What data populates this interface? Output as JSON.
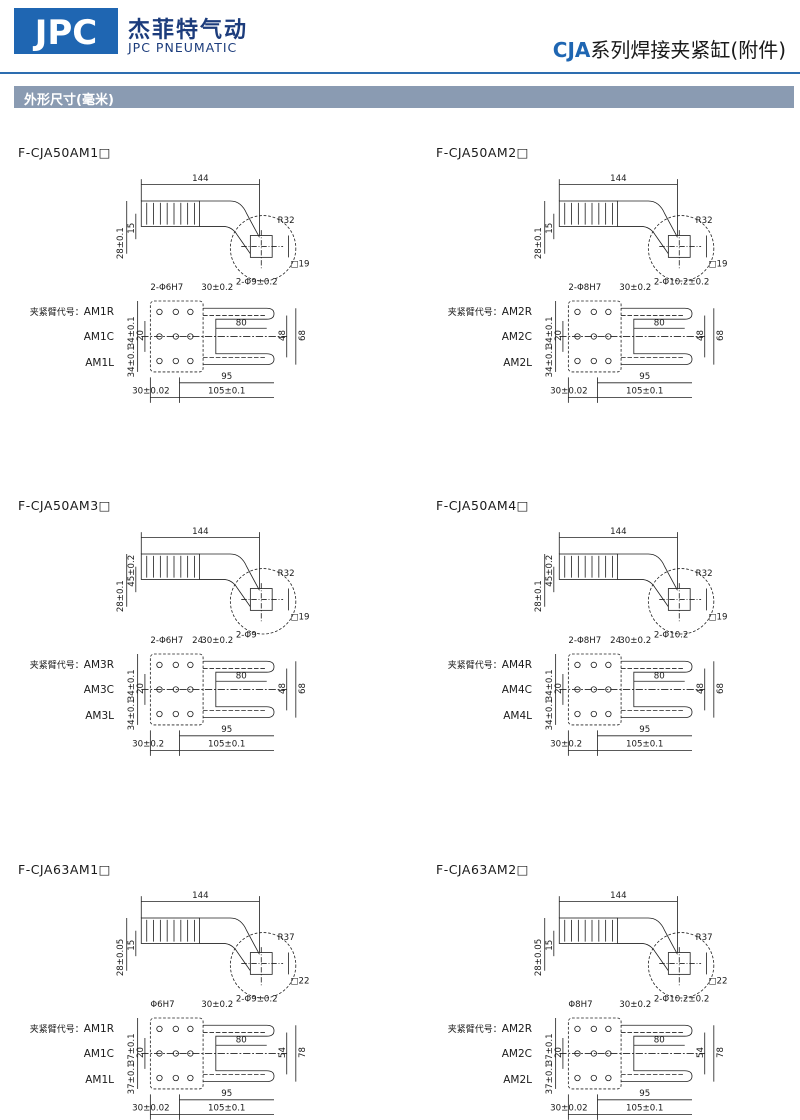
{
  "header": {
    "logo_text": "JPC",
    "brand_cn": "杰菲特气动",
    "brand_en": "JPC PNEUMATIC",
    "series_code": "CJA",
    "series_title": "系列焊接夹紧缸(附件)"
  },
  "section": {
    "title": "外形尺寸(毫米)"
  },
  "drawings": [
    {
      "part": "F-CJA50AM1□",
      "len": "144",
      "radius": "R32",
      "h1": "28±0.1",
      "h2": "15",
      "sq": "□19",
      "holes": "2-Φ6H7",
      "pitch": "30±0.2",
      "pin": "2-Φ9±0.2",
      "extra": "",
      "label_title": "夹紧臂代号：",
      "labels": [
        "AM1R",
        "AM1C",
        "AM1L"
      ],
      "w1": "80",
      "v1": "34±0.1",
      "v2": "20",
      "v3": "34±0.1",
      "v4": "48",
      "v5": "68",
      "d1": "95",
      "d2": "30±0.02",
      "d3": "105±0.1"
    },
    {
      "part": "F-CJA50AM2□",
      "len": "144",
      "radius": "R32",
      "h1": "28±0.1",
      "h2": "15",
      "sq": "□19",
      "holes": "2-Φ8H7",
      "pitch": "30±0.2",
      "pin": "2-Φ10.2±0.2",
      "extra": "",
      "label_title": "夹紧臂代号：",
      "labels": [
        "AM2R",
        "AM2C",
        "AM2L"
      ],
      "w1": "80",
      "v1": "34±0.1",
      "v2": "20",
      "v3": "34±0.1",
      "v4": "48",
      "v5": "68",
      "d1": "95",
      "d2": "30±0.02",
      "d3": "105±0.1"
    },
    {
      "part": "F-CJA50AM3□",
      "len": "144",
      "radius": "R32",
      "h1": "28±0.1",
      "h2": "45±0.2",
      "sq": "□19",
      "holes": "2-Φ6H7",
      "pitch": "30±0.2",
      "pin": "2-Φ9",
      "extra": "24",
      "label_title": "夹紧臂代号：",
      "labels": [
        "AM3R",
        "AM3C",
        "AM3L"
      ],
      "w1": "80",
      "v1": "34±0.1",
      "v2": "20",
      "v3": "34±0.1",
      "v4": "48",
      "v5": "68",
      "d1": "95",
      "d2": "30±0.2",
      "d3": "105±0.1"
    },
    {
      "part": "F-CJA50AM4□",
      "len": "144",
      "radius": "R32",
      "h1": "28±0.1",
      "h2": "45±0.2",
      "sq": "□19",
      "holes": "2-Φ8H7",
      "pitch": "30±0.2",
      "pin": "2-Φ10.2",
      "extra": "24",
      "label_title": "夹紧臂代号：",
      "labels": [
        "AM4R",
        "AM4C",
        "AM4L"
      ],
      "w1": "80",
      "v1": "34±0.1",
      "v2": "20",
      "v3": "34±0.1",
      "v4": "48",
      "v5": "68",
      "d1": "95",
      "d2": "30±0.2",
      "d3": "105±0.1"
    },
    {
      "part": "F-CJA63AM1□",
      "len": "144",
      "radius": "R37",
      "h1": "28±0.05",
      "h2": "15",
      "sq": "□22",
      "holes": "Φ6H7",
      "pitch": "30±0.2",
      "pin": "2-Φ9±0.2",
      "extra": "",
      "label_title": "夹紧臂代号：",
      "labels": [
        "AM1R",
        "AM1C",
        "AM1L"
      ],
      "w1": "80",
      "v1": "37±0.1",
      "v2": "20",
      "v3": "37±0.1",
      "v4": "54",
      "v5": "78",
      "d1": "95",
      "d2": "30±0.02",
      "d3": "105±0.1"
    },
    {
      "part": "F-CJA63AM2□",
      "len": "144",
      "radius": "R37",
      "h1": "28±0.05",
      "h2": "15",
      "sq": "□22",
      "holes": "Φ8H7",
      "pitch": "30±0.2",
      "pin": "2-Φ10.2±0.2",
      "extra": "",
      "label_title": "夹紧臂代号：",
      "labels": [
        "AM2R",
        "AM2C",
        "AM2L"
      ],
      "w1": "80",
      "v1": "37±0.1",
      "v2": "20",
      "v3": "37±0.1",
      "v4": "54",
      "v5": "78",
      "d1": "95",
      "d2": "30±0.02",
      "d3": "105±0.1"
    }
  ]
}
